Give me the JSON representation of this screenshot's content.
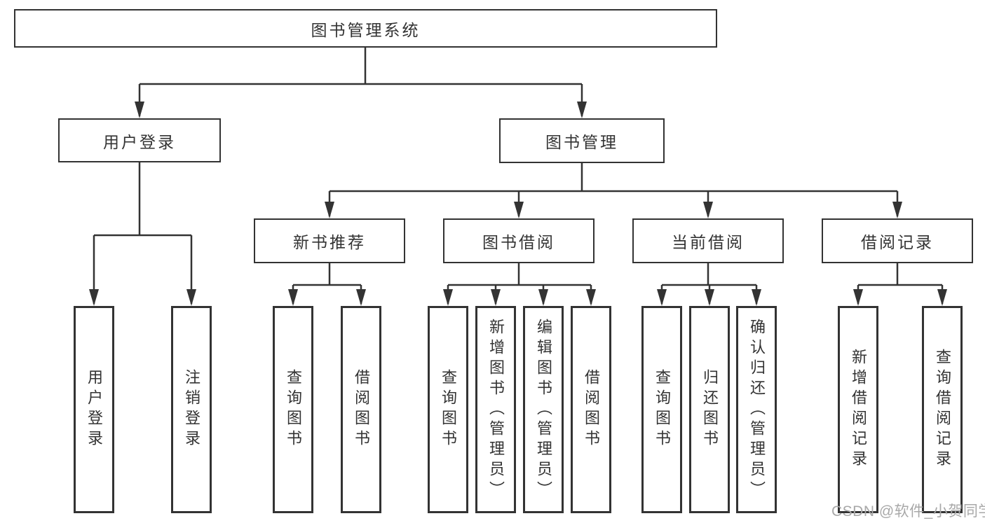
{
  "diagram": {
    "root": {
      "label": "图书管理系统"
    },
    "login": {
      "label": "用户登录",
      "children": [
        {
          "label": "用户登录"
        },
        {
          "label": "注销登录"
        }
      ]
    },
    "management": {
      "label": "图书管理",
      "children": [
        {
          "label": "新书推荐",
          "children": [
            {
              "label": "查询图书"
            },
            {
              "label": "借阅图书"
            }
          ]
        },
        {
          "label": "图书借阅",
          "children": [
            {
              "label": "查询图书"
            },
            {
              "label": "新增图书（管理员）"
            },
            {
              "label": "编辑图书（管理员）"
            },
            {
              "label": "借阅图书"
            }
          ]
        },
        {
          "label": "当前借阅",
          "children": [
            {
              "label": "查询图书"
            },
            {
              "label": "归还图书"
            },
            {
              "label": "确认归还（管理员）"
            }
          ]
        },
        {
          "label": "借阅记录",
          "children": [
            {
              "label": "新增借阅记录"
            },
            {
              "label": "查询借阅记录"
            }
          ]
        }
      ]
    }
  },
  "watermark": {
    "text": "CSDN @软件_小贺同学"
  },
  "colors": {
    "line": "#333333",
    "box_border": "#333333",
    "text": "#333333",
    "background": "#ffffff",
    "watermark": "#a8a8a8"
  }
}
